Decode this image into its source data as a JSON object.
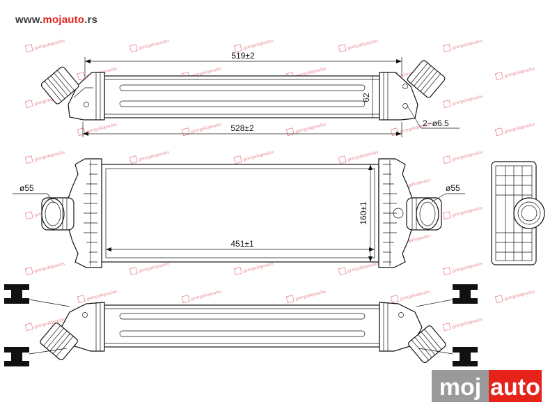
{
  "header": {
    "url_prefix": "www.",
    "url_brand": "mojauto",
    "url_suffix": ".rs"
  },
  "dimensions": {
    "top_inner_length": "519±2",
    "top_outer_length": "528±2",
    "top_height": "62",
    "mount_holes": "2−ø6.5",
    "core_width": "451±1",
    "core_height": "160±1",
    "inlet_diameter": "ø55",
    "outlet_diameter": "ø55"
  },
  "watermark": {
    "text": "georgakopoulos"
  },
  "logo": {
    "part1": "moj",
    "part2": "auto"
  },
  "colors": {
    "brand_red": "#e5231b",
    "logo_gray": "#9a9a9a",
    "watermark_pink": "#e05a6a",
    "line": "#111111"
  }
}
